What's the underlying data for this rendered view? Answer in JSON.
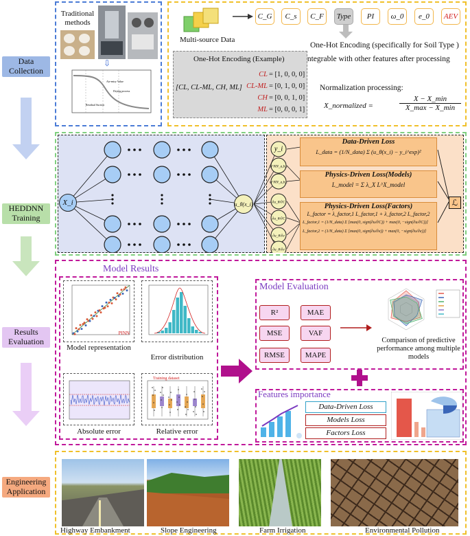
{
  "stages": {
    "data_collection": "Data Collection",
    "training": "HEDDNN Training",
    "results": "Results Evaluation",
    "engineering": "Engineering Application"
  },
  "colors": {
    "data_collection": "#9db8e5",
    "training": "#b8dfa9",
    "results": "#e3c6f2",
    "engineering": "#f5a97f",
    "orange_box": "#f9c58b",
    "metric_fill": "#f7d6f0"
  },
  "collection": {
    "traditional_label": "Traditional methods",
    "multisource_label": "Multi-source Data",
    "params": [
      "C_G",
      "C_s",
      "C_F",
      "Type",
      "PI",
      "ω_0",
      "e_0",
      "AEV"
    ],
    "onehot_heading": "One-Hot Encoding (specifically for Soil Type )",
    "integrable_text": "Integrable with other features after processing",
    "example_title": "One-Hot Encoding (Example)",
    "example_set": "[CL, CL-ML, CH, ML]",
    "example_rows": [
      {
        "label": "CL",
        "vector": "[1, 0, 0, 0]"
      },
      {
        "label": "CL-ML",
        "vector": "[0, 1, 0, 0]"
      },
      {
        "label": "CH",
        "vector": "[0, 0, 1, 0]"
      },
      {
        "label": "ML",
        "vector": "[0, 0, 0, 1]"
      }
    ],
    "normalization_label": "Normalization processing:",
    "normalization_lhs": "X_normalized =",
    "normalization_num": "X − X_min",
    "normalization_den": "X_max − X_min",
    "curve_labels": [
      "Air-entry Value",
      "Drying process",
      "Residual Suction"
    ]
  },
  "training": {
    "input_node": "X_i",
    "output_node": "u_θ(x_i)",
    "loss_total": "ℒ",
    "outputs": [
      "y_i",
      "ψ^NN_a,b,c",
      "ψ^NN_a,b,c",
      "∂u_θ/∂C",
      "∂u_θ/∂C",
      "∂u_θ/∂e",
      "∂u_θ/∂e"
    ],
    "data_loss_title": "Data-Driven Loss",
    "data_loss_formula": "L_data = (1/N_data) Σ (u_θ(x_i) − y_i^exp)²",
    "model_loss_title": "Physics-Driven Loss(Models)",
    "model_loss_formula": "L_model = Σ λ_X L^X_model",
    "factor_loss_title": "Physics-Driven Loss(Factors)",
    "factor_loss_formula": "L_factor = λ_factor,1 L_factor,1 + λ_factor,2 L_factor,2",
    "factor_loss_1": "L_factor,1 = (1/N_data) Σ [max(0, sign(∂u/∂C)) + max(0, −sign(∂u/∂C))]",
    "factor_loss_2": "L_factor,2 = (1/N_data) Σ [max(0, sign(∂u/∂e)) + max(0, −sign(∂u/∂e))]"
  },
  "results": {
    "model_results_title": "Model Results",
    "captions": [
      "Model representation",
      "Error distribution",
      "Absolute error",
      "Relative error"
    ],
    "pinn_label": "PINN",
    "training_dataset_label": "Training dataset",
    "model_evaluation_title": "Model Evaluation",
    "metrics": [
      "R²",
      "MAE",
      "MSE",
      "VAF",
      "RMSE",
      "MAPE"
    ],
    "comparison_text": "Comparison of predictive performance among multiple models",
    "features_title": "Features importance",
    "feature_losses": [
      "Data-Driven Loss",
      "Models Loss",
      "Factors Loss"
    ]
  },
  "engineering": {
    "captions": [
      "Highway Embankment",
      "Slope Engineering",
      "Farm Irrigation",
      "Environmental Pollution"
    ]
  }
}
